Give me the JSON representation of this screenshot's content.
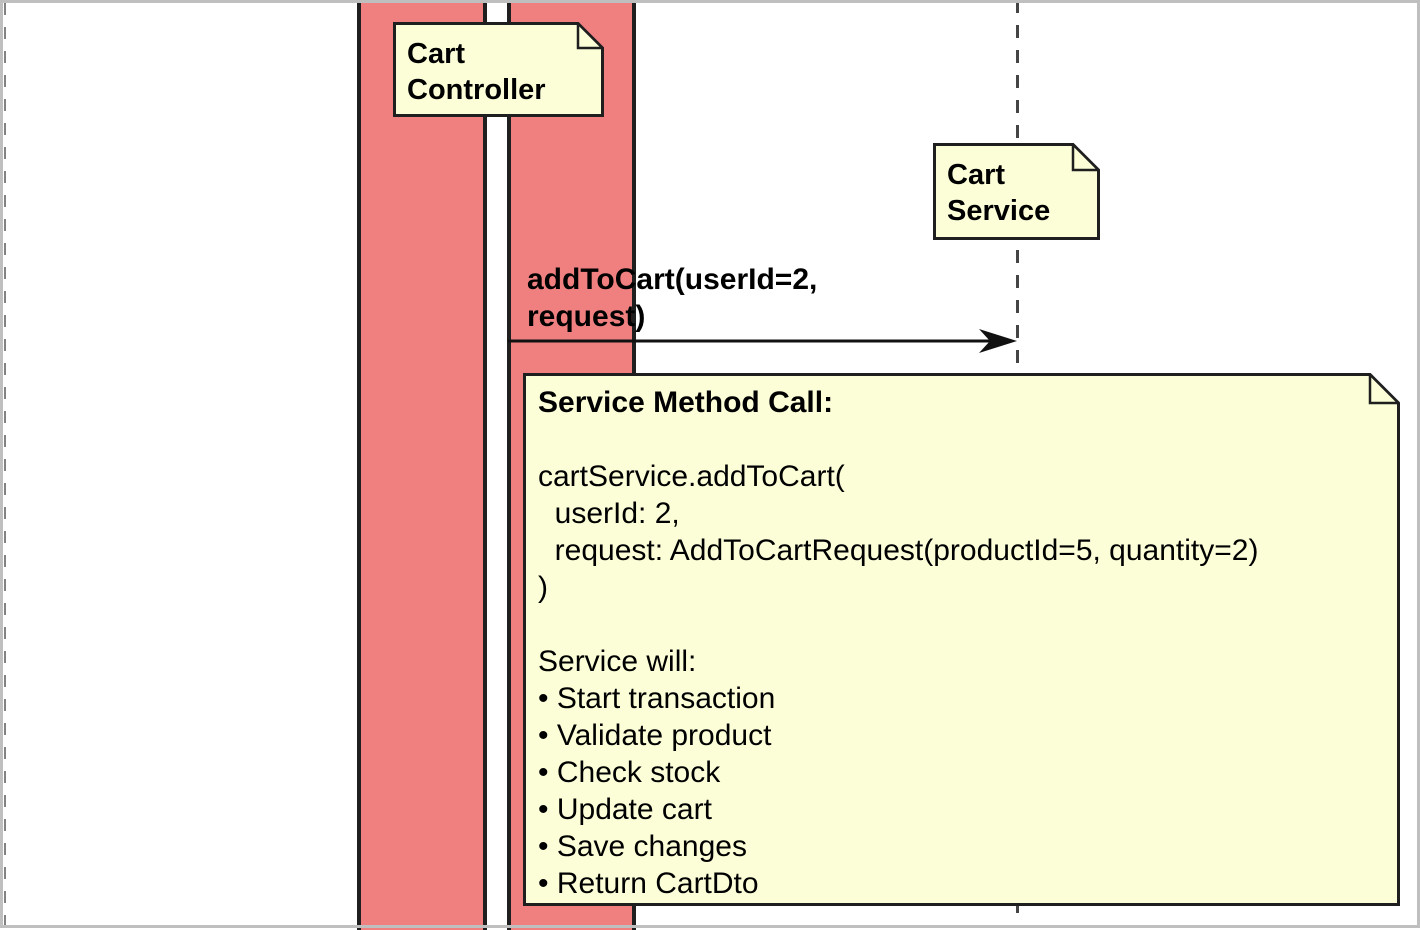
{
  "diagram": {
    "type": "sequence-diagram",
    "participants": [
      {
        "name": "Cart Controller",
        "label": "Cart\nController"
      },
      {
        "name": "Cart Service",
        "label": "Cart\nService"
      }
    ],
    "message": {
      "from": "Cart Controller",
      "to": "Cart Service",
      "label": "addToCart(userId=2,\nrequest)"
    },
    "note": {
      "title": "Service Method Call:",
      "body": "\ncartService.addToCart(\n  userId: 2,\n  request: AddToCartRequest(productId=5, quantity=2)\n)\n\nService will:\n• Start transaction\n• Validate product\n• Check stock\n• Update cart\n• Save changes\n• Return CartDto"
    },
    "colors": {
      "activation_fill": "#F08080",
      "note_fill": "#FCFED8",
      "shape_border": "#1F1F1F",
      "arrow": "#111111",
      "lifeline_dash": "#454545",
      "frame_border": "#BFBFBF",
      "text": "#000000"
    }
  }
}
